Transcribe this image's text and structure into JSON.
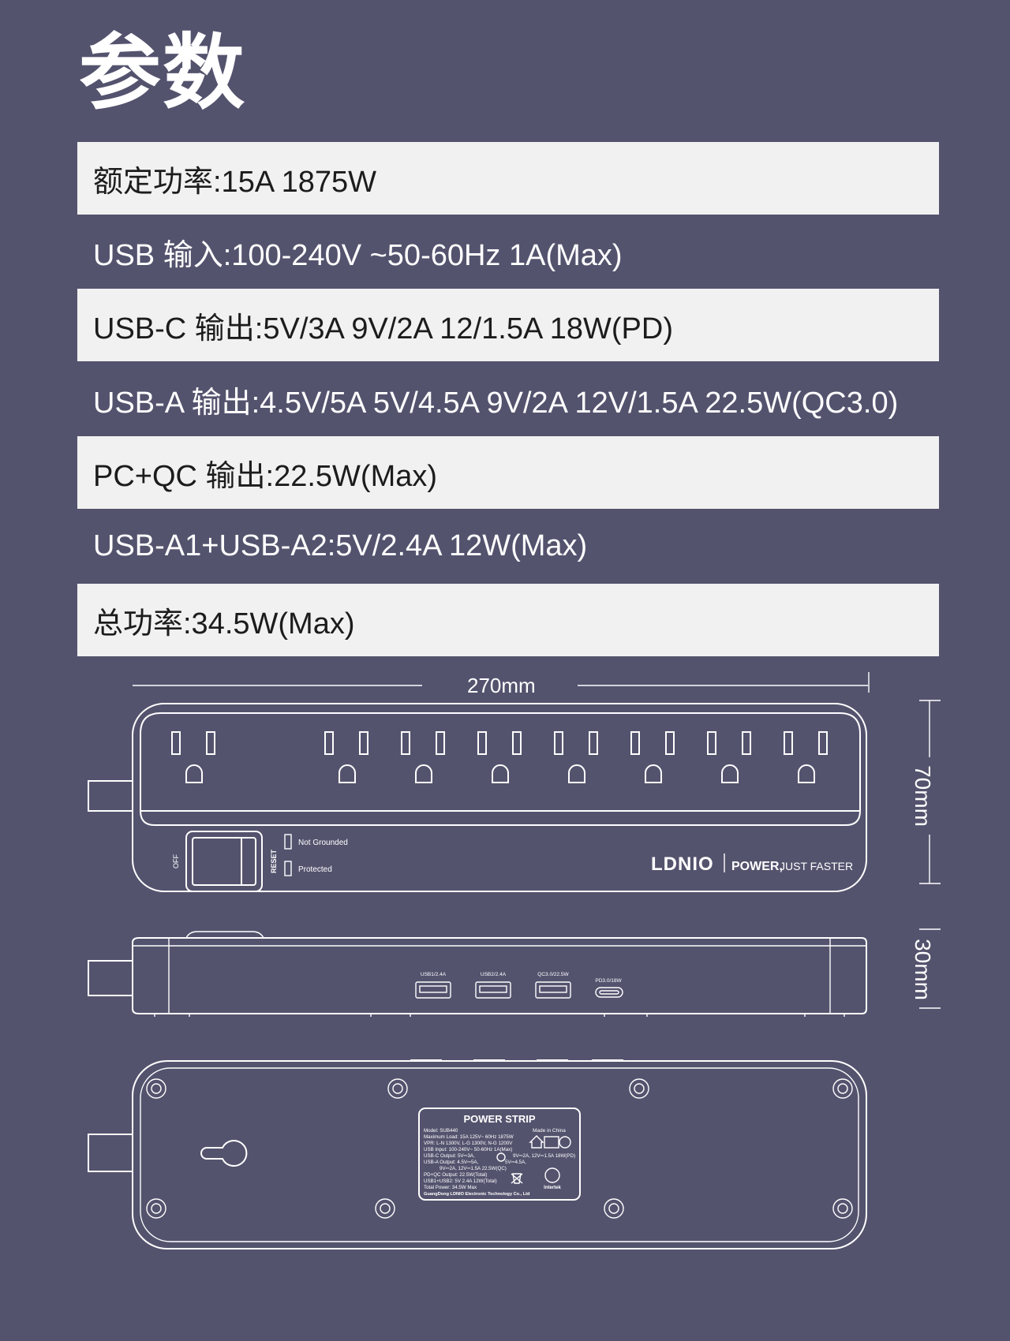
{
  "title": "参数",
  "specs": [
    {
      "text": "额定功率:15A 1875W",
      "style": "light"
    },
    {
      "text": "USB 输入:100-240V ~50-60Hz 1A(Max)",
      "style": "dark"
    },
    {
      "text": "USB-C 输出:5V/3A 9V/2A 12/1.5A 18W(PD)",
      "style": "light"
    },
    {
      "text": "USB-A 输出:4.5V/5A 5V/4.5A 9V/2A 12V/1.5A 22.5W(QC3.0)",
      "style": "dark"
    },
    {
      "text": "PC+QC 输出:22.5W(Max)",
      "style": "light"
    },
    {
      "text": "USB-A1+USB-A2:5V/2.4A 12W(Max)",
      "style": "dark"
    },
    {
      "text": "总功率:34.5W(Max)",
      "style": "light"
    }
  ],
  "dimensions": {
    "width": "270mm",
    "height": "70mm",
    "depth": "30mm"
  },
  "top_view": {
    "switch_label": "OFF",
    "reset_label": "RESET",
    "indicator_1": "Not Grounded",
    "indicator_2": "Protected",
    "brand": "LDNIO",
    "slogan_bold": "POWER,",
    "slogan_light": "JUST FASTER"
  },
  "side_view": {
    "ports": [
      "USB1/2.4A",
      "USB2/2.4A",
      "QC3.0/22.5W",
      "PD3.0/18W"
    ]
  },
  "label": {
    "heading": "POWER STRIP",
    "made_in": "Made in China",
    "lines": [
      "Model: SUB440",
      "Maximum Load: 15A  125V~  60Hz  1875W",
      "VPR: L-N 1300V, L-G 1300V, N-G 1200V",
      "USB Input: 100-240V~  50-60Hz  1A(Max)",
      "USB-C Output: 5V⎓3A,",
      "USB-A Output: 4.5V⎓5A,",
      "9V⎓2A, 12V⎓1.5A  22.5W(QC)",
      "PD+QC Output: 22.5W(Total)",
      "USB1+USB2: 5V  2.4A  12W(Total)",
      "Total Power: 34.5W Max",
      "GuangDong LDNIO Electronic Technology Co., Ltd"
    ],
    "pd_line": "9V⎓2A, 12V⎓1.5A  18W(PD)",
    "qc_line": "5V⎓4.5A,",
    "intertek": "Intertek"
  }
}
